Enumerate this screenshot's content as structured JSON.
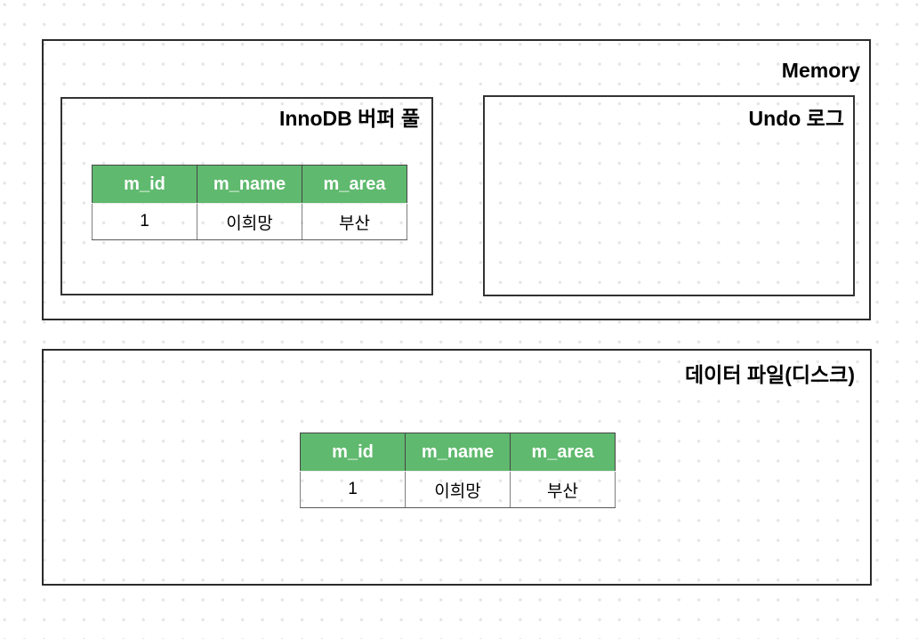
{
  "colors": {
    "table_header_bg": "#5fb96e",
    "table_header_text": "#ffffff",
    "box_border": "#2b2b2b",
    "table_grid": "#7f7f7f",
    "dot_grid": "#e4e4e9"
  },
  "memory": {
    "title": "Memory",
    "buffer_pool": {
      "title": "InnoDB 버퍼 풀",
      "table": {
        "headers": [
          "m_id",
          "m_name",
          "m_area"
        ],
        "rows": [
          [
            "1",
            "이희망",
            "부산"
          ]
        ]
      }
    },
    "undo_log": {
      "title": "Undo 로그"
    }
  },
  "disk": {
    "title": "데이터 파일(디스크)",
    "table": {
      "headers": [
        "m_id",
        "m_name",
        "m_area"
      ],
      "rows": [
        [
          "1",
          "이희망",
          "부산"
        ]
      ]
    }
  }
}
